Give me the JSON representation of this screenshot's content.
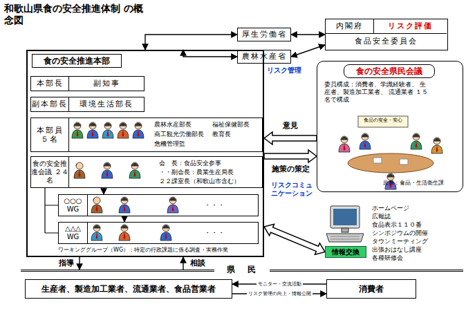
{
  "diagram": {
    "title": "和歌山県食の安全推進体制 の概念図",
    "nodes": [
      {
        "text": [
          "食の安全推進本部"
        ]
      },
      {
        "text": [
          "本部長",
          "副知事"
        ],
        "in": 0
      },
      {
        "text": [
          "副本部長",
          "環境生活部長"
        ],
        "in": 0
      },
      {
        "text": [
          "本部員 ５名",
          "農林水産部長",
          "福祉保健部長",
          "商工観光労働部長",
          "教育長",
          "危機管理監"
        ],
        "in": 0
      },
      {
        "text": [
          "食の安全推進会議 ２４名",
          "会　長：食品安全参事",
          "・・副会長：農業生産局長",
          "２２課室長（和歌山市含む）"
        ],
        "in": 0
      },
      {
        "text": [
          "○○○ WG",
          "・・・"
        ],
        "in": 0
      },
      {
        "text": [
          "△△△ WG",
          "・・・"
        ],
        "in": 0
      },
      {
        "text": [
          "厚生労働省"
        ]
      },
      {
        "text": [
          "農林水産省"
        ]
      },
      {
        "text": [
          "内閣府",
          "リスク評価",
          "食品安全委員会"
        ]
      },
      {
        "text": [
          "食の安全県民会議",
          "委員構成：消費者、学識経験者、 生産者、製造加工業者、 流通業者 １５名で構成",
          "庶務：食品・生活衛生課"
        ]
      },
      {
        "text": [
          "県　民"
        ]
      },
      {
        "text": [
          "生産者、製造加工業者、流通業者、食品営業者"
        ],
        "in": 11
      },
      {
        "text": [
          "消費者"
        ],
        "in": 11
      },
      {
        "text": [
          "情報交換"
        ]
      }
    ],
    "edges": [
      {
        "from": 0,
        "to": 7,
        "arrow": "both"
      },
      {
        "from": 0,
        "to": 8,
        "arrow": "both"
      },
      {
        "from": 9,
        "to": 7,
        "arrow": "both"
      },
      {
        "from": 9,
        "to": 8,
        "arrow": "both"
      },
      {
        "from": 10,
        "to": 0,
        "label": "意見",
        "arrow": "to"
      },
      {
        "from": 0,
        "to": 10,
        "label": "施策の策定",
        "arrow": "to"
      },
      {
        "from": 0,
        "to": 14,
        "arrow": "both"
      },
      {
        "from": 0,
        "to": 11,
        "label": "指導",
        "arrow": "to"
      },
      {
        "from": 11,
        "to": 0,
        "label": "相談",
        "arrow": "to"
      },
      {
        "from": 13,
        "to": 12,
        "label": "モニター・交流活動",
        "arrow": "to"
      },
      {
        "from": 12,
        "to": 13,
        "label": "リスク管理の向上・情報公開",
        "arrow": "to"
      },
      {
        "from": 4,
        "to": 5,
        "arrow": "to"
      },
      {
        "from": 5,
        "to": 6,
        "arrow": "to"
      }
    ],
    "labels": [
      "リスク管理",
      "リスクコミュニケーション",
      "ワーキンググループ（WG）：特定の行政課題に係る調査・実務作業",
      "ホームページ",
      "広報誌",
      "食品表示１１０番",
      "シンポジウムの開催",
      "タウンミーティング",
      "出張おはなし講座",
      "各種研修会",
      "食品の安全・安心"
    ]
  }
}
